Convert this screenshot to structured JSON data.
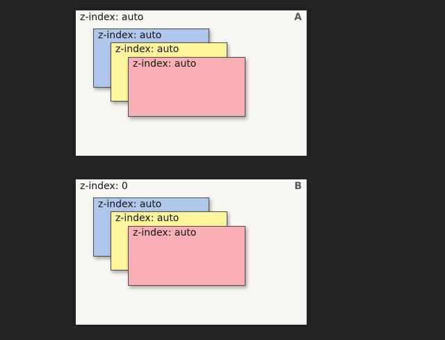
{
  "colors": {
    "background": "#232323",
    "panel": "#f8f7f4",
    "blue": "#aec7ea",
    "yellow": "#fdf49c",
    "pink": "#f8b0b5"
  },
  "panels": [
    {
      "letter": "A",
      "label": "z-index: auto",
      "boxes": [
        {
          "color": "blue",
          "label": "z-index: auto"
        },
        {
          "color": "yellow",
          "label": "z-index: auto"
        },
        {
          "color": "pink",
          "label": "z-index: auto"
        }
      ]
    },
    {
      "letter": "B",
      "label": "z-index: 0",
      "boxes": [
        {
          "color": "blue",
          "label": "z-index: auto"
        },
        {
          "color": "yellow",
          "label": "z-index: auto"
        },
        {
          "color": "pink",
          "label": "z-index: auto"
        }
      ]
    }
  ]
}
